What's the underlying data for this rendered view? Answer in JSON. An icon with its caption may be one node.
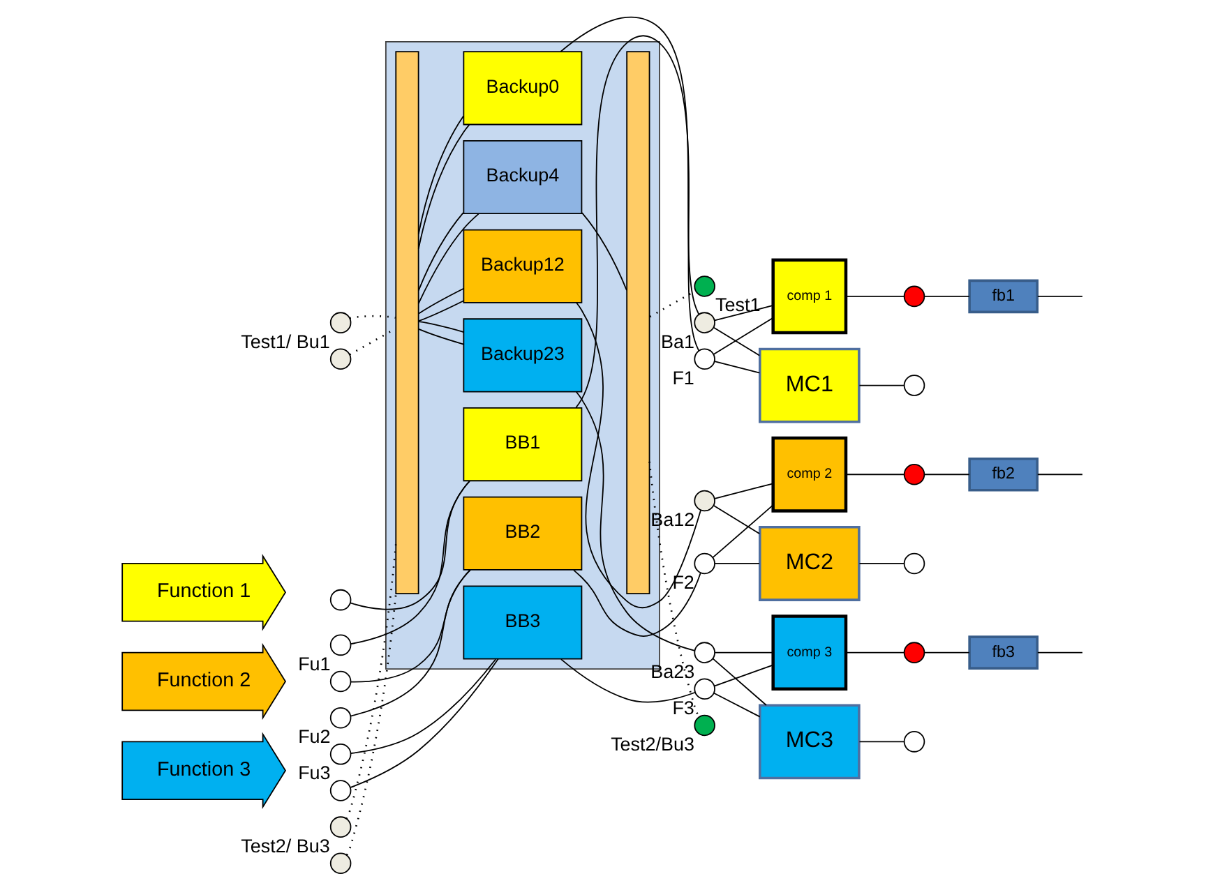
{
  "diagram": {
    "nodes": [
      {
        "text": [],
        "shape": "box"
      },
      {
        "text": [],
        "shape": "bar",
        "in": 0
      },
      {
        "text": [
          "Backup0"
        ],
        "in": 0
      },
      {
        "text": [
          "BB1"
        ],
        "in": 0
      },
      {
        "text": [
          "Backup12"
        ],
        "in": 0
      },
      {
        "text": [
          "BB2"
        ],
        "in": 0
      },
      {
        "text": [
          "Backup23"
        ],
        "in": 0
      },
      {
        "text": [
          "BB3"
        ],
        "in": 0
      },
      {
        "text": [
          "Backup4"
        ],
        "in": 0
      },
      {
        "text": [],
        "shape": "bar",
        "in": 0
      },
      {
        "text": [
          "Function 1"
        ]
      },
      {
        "text": [
          "Function 2"
        ]
      },
      {
        "text": [
          "Function 3"
        ]
      },
      {
        "text": [],
        "shape": "circle",
        "beside": [
          "Test1/ Bu1"
        ]
      },
      {
        "text": [],
        "shape": "circle"
      },
      {
        "text": [],
        "shape": "circle"
      },
      {
        "text": [],
        "shape": "circle",
        "beside": [
          "Fu1"
        ]
      },
      {
        "text": [],
        "shape": "circle"
      },
      {
        "text": [],
        "shape": "circle",
        "beside": [
          "Fu2"
        ]
      },
      {
        "text": [],
        "shape": "circle",
        "beside": [
          "Fu3"
        ]
      },
      {
        "text": [],
        "shape": "circle"
      },
      {
        "text": [],
        "shape": "circle",
        "beside": [
          "Test2/ Bu3"
        ]
      },
      {
        "text": [],
        "shape": "circle"
      },
      {
        "text": [],
        "shape": "circle",
        "beside": [
          "Test1"
        ]
      },
      {
        "text": [],
        "shape": "circle",
        "beside": [
          "Ba1"
        ]
      },
      {
        "text": [],
        "shape": "circle",
        "beside": [
          "F1"
        ]
      },
      {
        "text": [
          "comp 1"
        ]
      },
      {
        "text": [
          "MC1"
        ]
      },
      {
        "text": [],
        "shape": "circle"
      },
      {
        "text": [
          "fb1"
        ]
      },
      {
        "text": [],
        "shape": "circle"
      },
      {
        "text": [],
        "shape": "circle",
        "beside": [
          "Ba12"
        ]
      },
      {
        "text": [],
        "shape": "circle",
        "beside": [
          "F2"
        ]
      },
      {
        "text": [
          "comp 2"
        ]
      },
      {
        "text": [
          "MC2"
        ]
      },
      {
        "text": [],
        "shape": "circle"
      },
      {
        "text": [
          "fb2"
        ]
      },
      {
        "text": [],
        "shape": "circle"
      },
      {
        "text": [],
        "shape": "circle",
        "beside": [
          "Ba23"
        ]
      },
      {
        "text": [],
        "shape": "circle",
        "beside": [
          "F3"
        ]
      },
      {
        "text": [
          "comp 3"
        ]
      },
      {
        "text": [
          "MC3"
        ]
      },
      {
        "text": [],
        "shape": "circle"
      },
      {
        "text": [
          "fb3"
        ]
      },
      {
        "text": [],
        "shape": "circle"
      },
      {
        "text": [],
        "shape": "circle",
        "beside": [
          "Test2/Bu3"
        ]
      }
    ],
    "edges": [
      {
        "from": 13,
        "to": 1,
        "arrow": "none",
        "style": "dashed"
      },
      {
        "from": 14,
        "to": 1,
        "arrow": "none",
        "style": "dashed"
      },
      {
        "from": 15,
        "to": 3,
        "arrow": "none"
      },
      {
        "from": 16,
        "to": 3,
        "arrow": "none"
      },
      {
        "from": 1,
        "to": 2,
        "arrow": "none"
      },
      {
        "from": 1,
        "to": 2,
        "arrow": "none"
      },
      {
        "from": 1,
        "to": 4,
        "arrow": "none"
      },
      {
        "from": 1,
        "to": 4,
        "arrow": "none"
      },
      {
        "from": 17,
        "to": 5,
        "arrow": "none"
      },
      {
        "from": 18,
        "to": 5,
        "arrow": "none"
      },
      {
        "from": 1,
        "to": 6,
        "arrow": "none"
      },
      {
        "from": 1,
        "to": 6,
        "arrow": "none"
      },
      {
        "from": 19,
        "to": 7,
        "arrow": "none"
      },
      {
        "from": 20,
        "to": 7,
        "arrow": "none"
      },
      {
        "from": 21,
        "to": 1,
        "arrow": "none",
        "style": "dashed"
      },
      {
        "from": 22,
        "to": 1,
        "arrow": "none",
        "style": "dashed"
      },
      {
        "from": 1,
        "to": 8,
        "arrow": "none"
      },
      {
        "from": 1,
        "to": 8,
        "arrow": "none"
      },
      {
        "from": 9,
        "to": 23,
        "arrow": "none",
        "style": "dashed"
      },
      {
        "from": 2,
        "to": 24,
        "arrow": "none"
      },
      {
        "from": 3,
        "to": 25,
        "arrow": "none"
      },
      {
        "from": 24,
        "to": 26,
        "arrow": "none"
      },
      {
        "from": 25,
        "to": 26,
        "arrow": "none"
      },
      {
        "from": 24,
        "to": 27,
        "arrow": "none"
      },
      {
        "from": 25,
        "to": 27,
        "arrow": "none"
      },
      {
        "from": 26,
        "to": 28,
        "arrow": "none"
      },
      {
        "from": 28,
        "to": 29,
        "arrow": "none"
      },
      {
        "from": 29,
        "to": null,
        "arrow": "none"
      },
      {
        "from": 27,
        "to": 30,
        "arrow": "none"
      },
      {
        "from": 4,
        "to": 31,
        "arrow": "none"
      },
      {
        "from": 5,
        "to": 32,
        "arrow": "none"
      },
      {
        "from": 31,
        "to": 33,
        "arrow": "none"
      },
      {
        "from": 32,
        "to": 33,
        "arrow": "none"
      },
      {
        "from": 31,
        "to": 34,
        "arrow": "none"
      },
      {
        "from": 32,
        "to": 34,
        "arrow": "none"
      },
      {
        "from": 33,
        "to": 35,
        "arrow": "none"
      },
      {
        "from": 35,
        "to": 36,
        "arrow": "none"
      },
      {
        "from": 36,
        "to": null,
        "arrow": "none"
      },
      {
        "from": 34,
        "to": 37,
        "arrow": "none"
      },
      {
        "from": 6,
        "to": 38,
        "arrow": "none"
      },
      {
        "from": 7,
        "to": 39,
        "arrow": "none"
      },
      {
        "from": 38,
        "to": 40,
        "arrow": "none"
      },
      {
        "from": 39,
        "to": 40,
        "arrow": "none"
      },
      {
        "from": 38,
        "to": 41,
        "arrow": "none"
      },
      {
        "from": 39,
        "to": 41,
        "arrow": "none"
      },
      {
        "from": 40,
        "to": 42,
        "arrow": "none"
      },
      {
        "from": 42,
        "to": 43,
        "arrow": "none"
      },
      {
        "from": 43,
        "to": null,
        "arrow": "none"
      },
      {
        "from": 41,
        "to": 44,
        "arrow": "none"
      },
      {
        "from": 8,
        "to": 9,
        "arrow": "none"
      },
      {
        "from": 9,
        "to": 45,
        "arrow": "none",
        "style": "dashed"
      }
    ]
  }
}
